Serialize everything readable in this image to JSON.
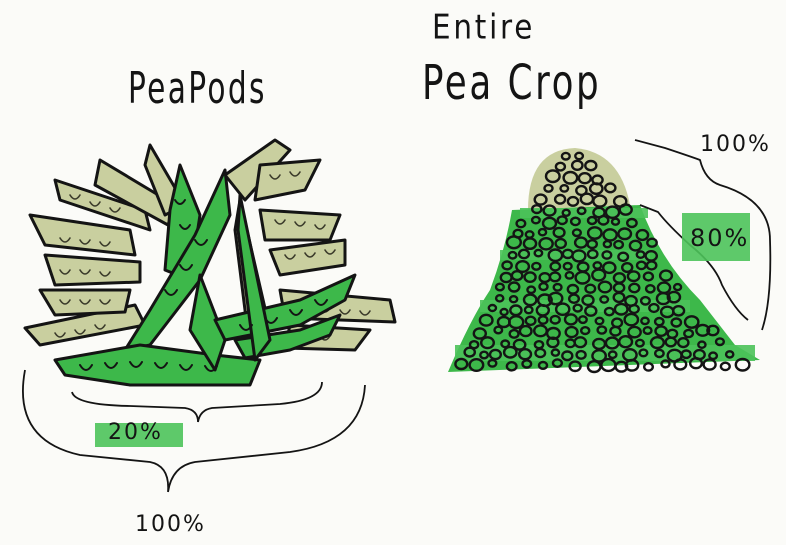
{
  "left_panel": {
    "title": "PeaPods",
    "inner_bracket_label": "20%",
    "outer_bracket_label": "100%"
  },
  "right_panel": {
    "title_line1": "Entire",
    "title_line2": "Pea Crop",
    "outer_bracket_label": "100%",
    "inner_bracket_label": "80%"
  },
  "colors": {
    "ink": "#141414",
    "bright_green": "#3db84a",
    "dark_green": "#2f9a3c",
    "pale_olive": "#c9cf9f",
    "highlighter_green": "#4cc35a",
    "paper": "#fbfbf8"
  }
}
